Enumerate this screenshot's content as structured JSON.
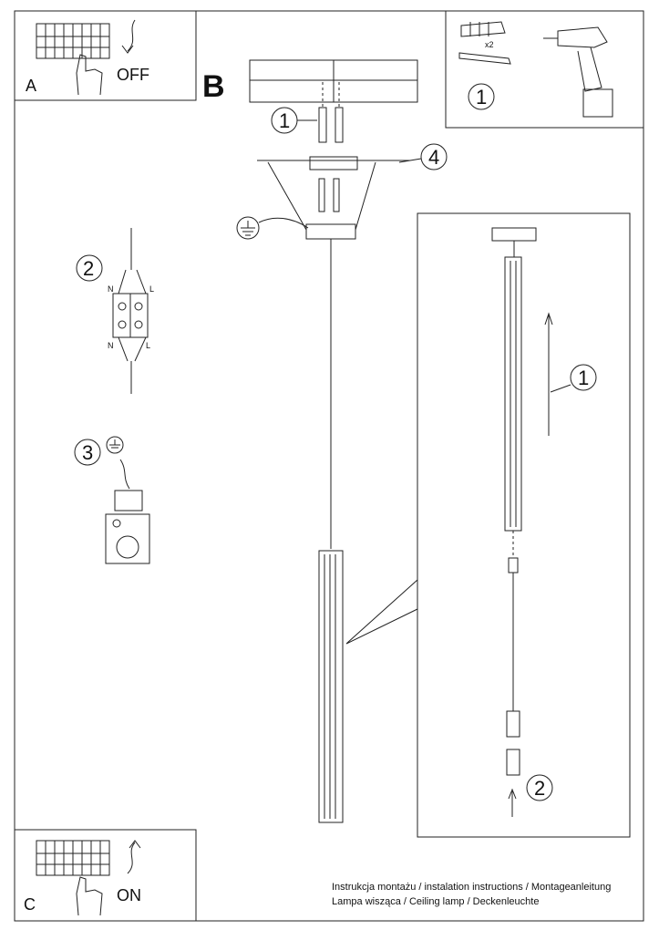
{
  "panel_a": {
    "letter": "A",
    "action": "OFF"
  },
  "panel_b": {
    "letter": "B"
  },
  "panel_c": {
    "letter": "C",
    "action": "ON"
  },
  "panel_drill": {
    "step": "1",
    "quantity": "x2"
  },
  "steps": {
    "mount_screws": "1",
    "wiring": "2",
    "ground": "3",
    "side_screws": "4",
    "lift": "1",
    "plug": "2"
  },
  "terminal_labels": {
    "neutral": "N",
    "live": "L"
  },
  "footer": {
    "line1": "Instrukcja montażu / instalation instructions / Montageanleitung",
    "line2": "Lampa wisząca / Ceiling lamp / Deckenleuchte"
  }
}
